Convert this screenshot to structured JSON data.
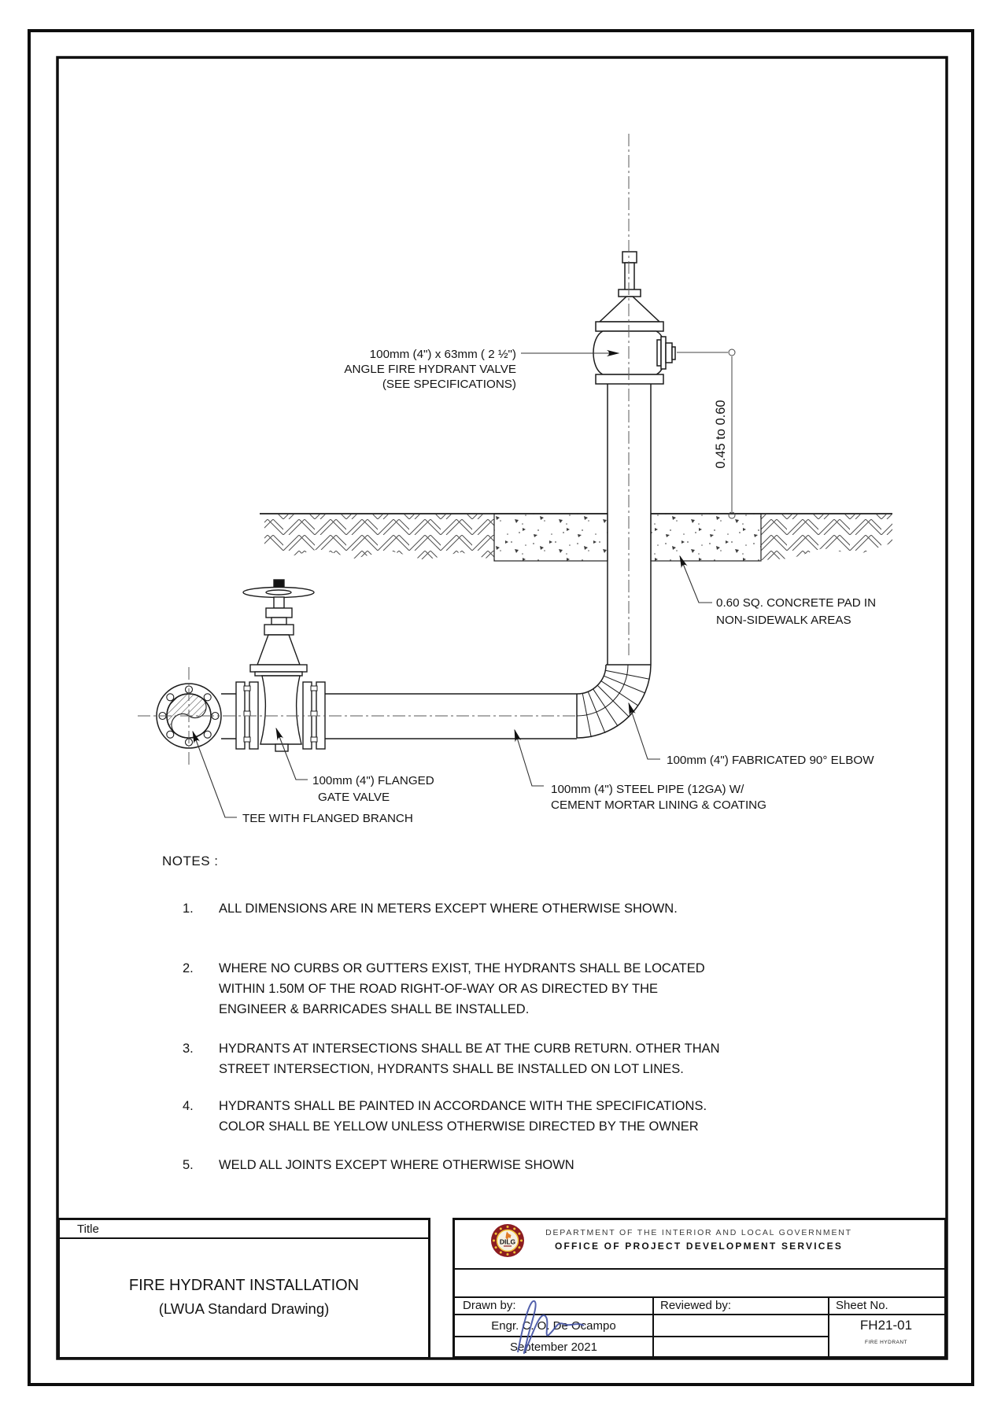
{
  "drawing": {
    "labels": {
      "angle_valve": [
        "100mm (4\") x 63mm ( 2 ½\")",
        "ANGLE FIRE HYDRANT VALVE",
        "(SEE SPECIFICATIONS)"
      ],
      "dimension": "0.45 to 0.60",
      "concrete_pad": [
        "0.60 SQ. CONCRETE PAD IN",
        "NON-SIDEWALK AREAS"
      ],
      "gate_valve": [
        "100mm (4\") FLANGED",
        "GATE VALVE"
      ],
      "tee": "TEE WITH FLANGED BRANCH",
      "elbow": "100mm (4\") FABRICATED 90° ELBOW",
      "steel_pipe": [
        "100mm (4\") STEEL PIPE (12GA) W/",
        "CEMENT MORTAR LINING & COATING"
      ]
    }
  },
  "notes": {
    "heading": "NOTES :",
    "items": [
      {
        "num": "1.",
        "lines": [
          "ALL DIMENSIONS ARE IN METERS EXCEPT WHERE OTHERWISE SHOWN."
        ]
      },
      {
        "num": "2.",
        "lines": [
          "WHERE NO CURBS OR GUTTERS EXIST, THE HYDRANTS SHALL BE LOCATED",
          "WITHIN 1.50M OF THE ROAD RIGHT-OF-WAY OR AS DIRECTED BY THE",
          "ENGINEER & BARRICADES SHALL BE INSTALLED."
        ]
      },
      {
        "num": "3.",
        "lines": [
          "HYDRANTS AT INTERSECTIONS SHALL BE AT THE CURB RETURN. OTHER THAN",
          "STREET INTERSECTION, HYDRANTS SHALL BE INSTALLED ON LOT LINES."
        ]
      },
      {
        "num": "4.",
        "lines": [
          "HYDRANTS SHALL BE PAINTED IN ACCORDANCE WITH THE SPECIFICATIONS.",
          "COLOR SHALL BE YELLOW UNLESS OTHERWISE DIRECTED BY THE OWNER"
        ]
      },
      {
        "num": "5.",
        "lines": [
          "WELD ALL JOINTS EXCEPT WHERE OTHERWISE SHOWN"
        ]
      }
    ]
  },
  "title_block": {
    "title_label": "Title",
    "title_line1": "FIRE HYDRANT INSTALLATION",
    "title_line2": "(LWUA Standard Drawing)",
    "agency_line1": "DEPARTMENT OF THE INTERIOR AND LOCAL GOVERNMENT",
    "agency_line2": "OFFICE OF PROJECT DEVELOPMENT SERVICES",
    "logo_text": "DILG",
    "drawn_by_label": "Drawn by:",
    "reviewed_by_label": "Reviewed by:",
    "sheet_no_label": "Sheet No.",
    "drawn_by_name": "Engr. C. O. De Ocampo",
    "drawn_date": "September 2021",
    "sheet_no": "FH21-01",
    "sheet_name": "FIRE HYDRANT"
  },
  "colors": {
    "line": "#1f1f1f",
    "signature_blue": "#4353a4",
    "logo_maroon": "#8c1c21",
    "logo_gold": "#f2c437",
    "logo_cream": "#f7f1e3",
    "logo_navy": "#1f3276",
    "logo_orange": "#e07b28"
  }
}
